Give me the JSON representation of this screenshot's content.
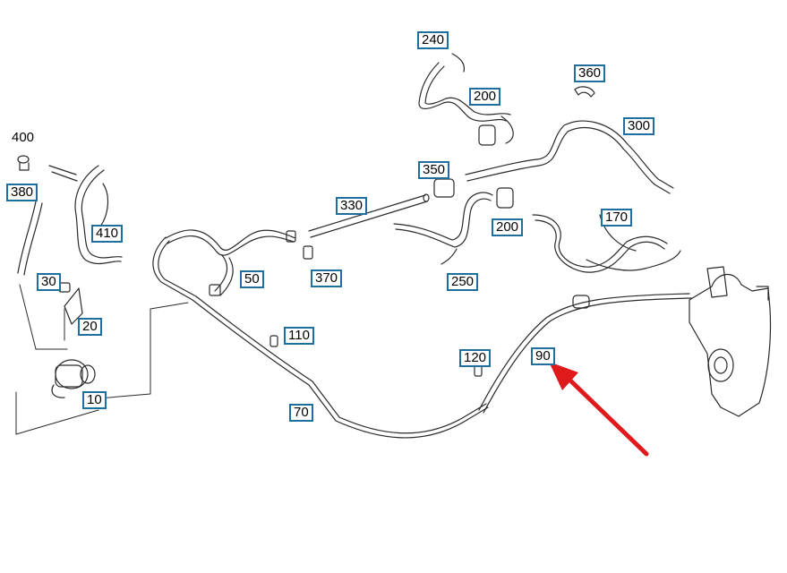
{
  "callouts": {
    "c240": "240",
    "c200a": "200",
    "c360": "360",
    "c300": "300",
    "c350": "350",
    "c330": "330",
    "c200b": "200",
    "c170": "170",
    "c400": "400",
    "c380": "380",
    "c410": "410",
    "c50": "50",
    "c370": "370",
    "c250": "250",
    "c30": "30",
    "c20": "20",
    "c110": "110",
    "c120": "120",
    "c90": "90",
    "c10": "10",
    "c70": "70"
  },
  "colors": {
    "callout_border": "#1f6f9e",
    "line": "#2a2a2a",
    "arrow": "#e0191b"
  }
}
